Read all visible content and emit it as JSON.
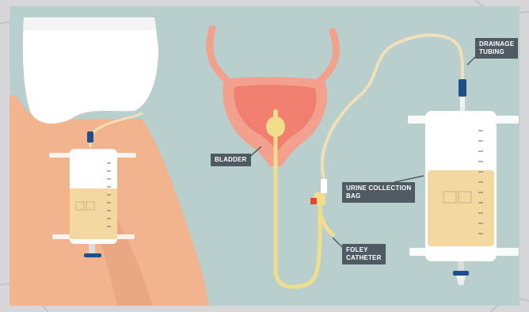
{
  "colors": {
    "background_panel": "#b9cfcd",
    "border_marble": "#d9d9dc",
    "skin": "#f1b48f",
    "underwear": "#ffffff",
    "urine": "#f3d9a0",
    "bladder_wall": "#f4a08f",
    "bladder_inner": "#f07f6f",
    "ureter": "#f2a18d",
    "catheter": "#f1de8c",
    "tubing": "#f1dfb7",
    "connector": "#1f4f8a",
    "valve_red": "#e0452e",
    "label_bg": "#4f5b63",
    "label_text": "#ffffff"
  },
  "labels": {
    "drainage_tubing": [
      "DRAINAGE",
      "TUBING"
    ],
    "bladder": [
      "BLADDER"
    ],
    "urine_collection_bag": [
      "URINE COLLECTION",
      "BAG"
    ],
    "foley_catheter": [
      "FOLEY",
      "CATHETER"
    ]
  },
  "icons": {
    "tap_valve": "drain-valve-icon",
    "connector": "connector-icon"
  }
}
